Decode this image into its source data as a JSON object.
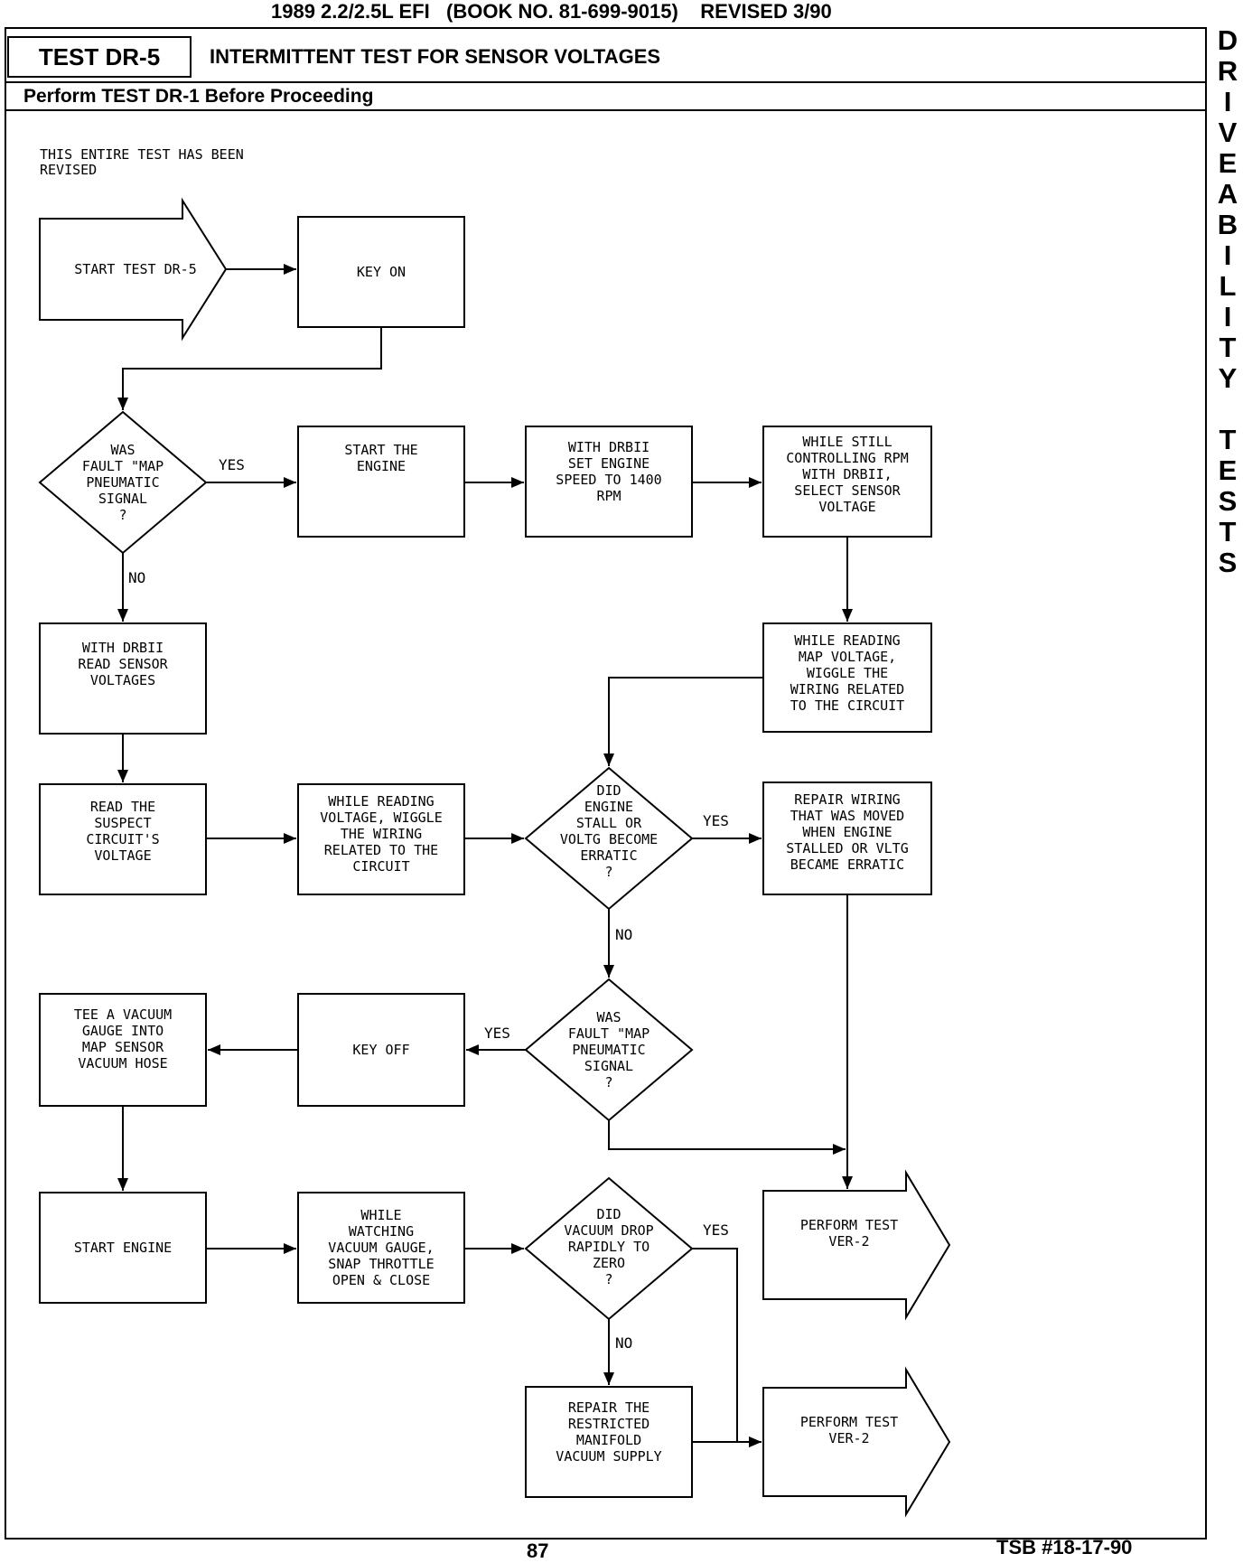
{
  "header": {
    "top_line": "1989 2.2/2.5L EFI   (BOOK NO. 81-699-9015)    REVISED 3/90",
    "test_id": "TEST DR-5",
    "title": "INTERMITTENT TEST FOR SENSOR VOLTAGES",
    "subtitle": "Perform TEST DR-1 Before Proceeding"
  },
  "note": "THIS ENTIRE TEST HAS BEEN\nREVISED",
  "sidebar": {
    "letters": [
      "D",
      "R",
      "I",
      "V",
      "E",
      "A",
      "B",
      "I",
      "L",
      "I",
      "T",
      "Y",
      "",
      "T",
      "E",
      "S",
      "T",
      "S"
    ]
  },
  "flow": {
    "start": "START TEST DR-5",
    "key_on": "KEY ON",
    "q_map_fault_1": "WAS\nFAULT \"MAP\nPNEUMATIC\nSIGNAL\n?",
    "start_engine_1": "START THE\nENGINE",
    "set_speed": "WITH DRBII\nSET ENGINE\nSPEED TO 1400\nRPM",
    "select_sensor": "WHILE STILL\nCONTROLLING RPM\nWITH DRBII,\nSELECT SENSOR\nVOLTAGE",
    "read_sensor": "WITH DRBII\nREAD SENSOR\nVOLTAGES",
    "wiggle_map": "WHILE READING\nMAP VOLTAGE,\nWIGGLE THE\nWIRING RELATED\nTO THE CIRCUIT",
    "read_suspect": "READ THE\nSUSPECT\nCIRCUIT'S\nVOLTAGE",
    "wiggle_wiring": "WHILE READING\nVOLTAGE, WIGGLE\nTHE WIRING\nRELATED TO THE\nCIRCUIT",
    "q_stall": "DID\nENGINE\nSTALL OR\nVOLTG BECOME\nERRATIC\n?",
    "repair_wiring": "REPAIR WIRING\nTHAT WAS MOVED\nWHEN ENGINE\nSTALLED OR VLTG\nBECAME ERRATIC",
    "tee_gauge": "TEE A VACUUM\nGAUGE INTO\nMAP SENSOR\nVACUUM HOSE",
    "key_off": "KEY OFF",
    "q_map_fault_2": "WAS\nFAULT \"MAP\nPNEUMATIC\nSIGNAL\n?",
    "start_engine_2": "START ENGINE",
    "snap_throttle": "WHILE\nWATCHING\nVACUUM GAUGE,\nSNAP THROTTLE\nOPEN & CLOSE",
    "q_vacuum": "DID\nVACUUM DROP\nRAPIDLY TO\nZERO\n?",
    "perform_ver2_a": "PERFORM TEST\nVER-2",
    "repair_manifold": "REPAIR THE\nRESTRICTED\nMANIFOLD\nVACUUM SUPPLY",
    "perform_ver2_b": "PERFORM TEST\nVER-2",
    "yes": "YES",
    "no": "NO"
  },
  "footer": {
    "page": "87",
    "tsb": "TSB #18-17-90"
  }
}
